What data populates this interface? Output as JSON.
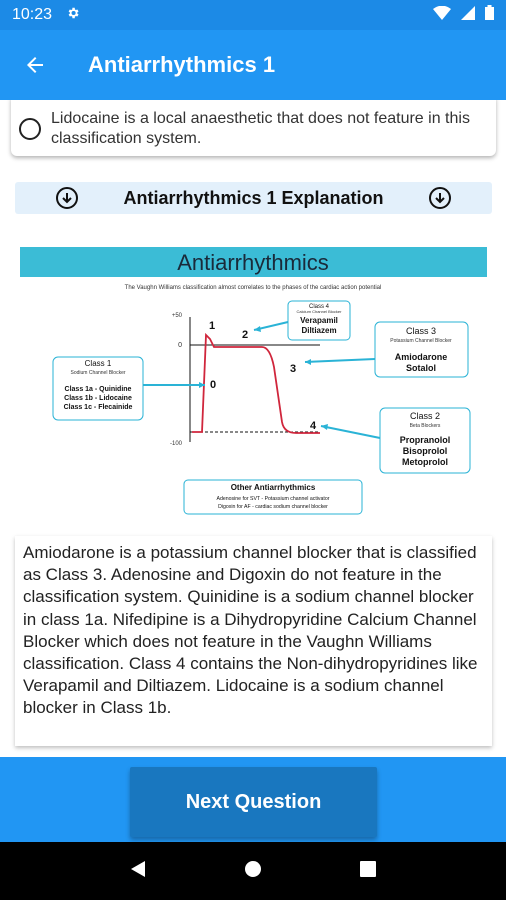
{
  "status": {
    "time": "10:23"
  },
  "app": {
    "title": "Antiarrhythmics 1"
  },
  "option": {
    "text": "Lidocaine is a local anaesthetic that does not feature in this classification system."
  },
  "explanation": {
    "header": "Antiarrhythmics 1 Explanation",
    "body": "Amiodarone is a potassium channel blocker that is classified as Class 3. Adenosine and Digoxin do not feature in the classification system. Quinidine is a sodium channel blocker in class 1a. Nifedipine is a Dihydropyridine Calcium Channel Blocker which does not feature in the Vaughn Williams classification. Class 4 contains the Non-dihydropyridines like Verapamil and Diltiazem. Lidocaine is a sodium channel blocker in Class 1b."
  },
  "diagram": {
    "title": "Antiarrhythmics",
    "subtitle": "The Vaughn Williams classification almost correlates to the phases of the cardiac action potential",
    "axis": {
      "top": "+50",
      "zero": "0",
      "bottom": "-100"
    },
    "phases": [
      "0",
      "1",
      "2",
      "3",
      "4"
    ],
    "class1": {
      "title": "Class 1",
      "sub": "Sodium Channel Blocker",
      "lines": [
        "Class 1a - Quinidine",
        "Class 1b - Lidocaine",
        "Class 1c - Flecainide"
      ]
    },
    "class2": {
      "title": "Class 2",
      "sub": "Beta Blockers",
      "lines": [
        "Propranolol",
        "Bisoprolol",
        "Metoprolol"
      ]
    },
    "class3": {
      "title": "Class 3",
      "sub": "Potassium Channel Blocker",
      "lines": [
        "Amiodarone",
        "Sotalol"
      ]
    },
    "class4": {
      "title": "Class 4",
      "sub": "Calcium Channel Blocker",
      "lines": [
        "Verapamil",
        "Diltiazem"
      ]
    },
    "other": {
      "title": "Other Antiarrhythmics",
      "lines": [
        "Adenosine for SVT - Potassium channel activator",
        "Digoxin for AF - cardiac sodium channel blocker"
      ]
    }
  },
  "actions": {
    "next": "Next Question"
  },
  "colors": {
    "appbar": "#2196f3",
    "statusbar": "#1c8ae6",
    "button": "#1977bf",
    "banner": "#3bbcd6",
    "trace": "#d0263c",
    "arrow": "#2ab3d6"
  }
}
